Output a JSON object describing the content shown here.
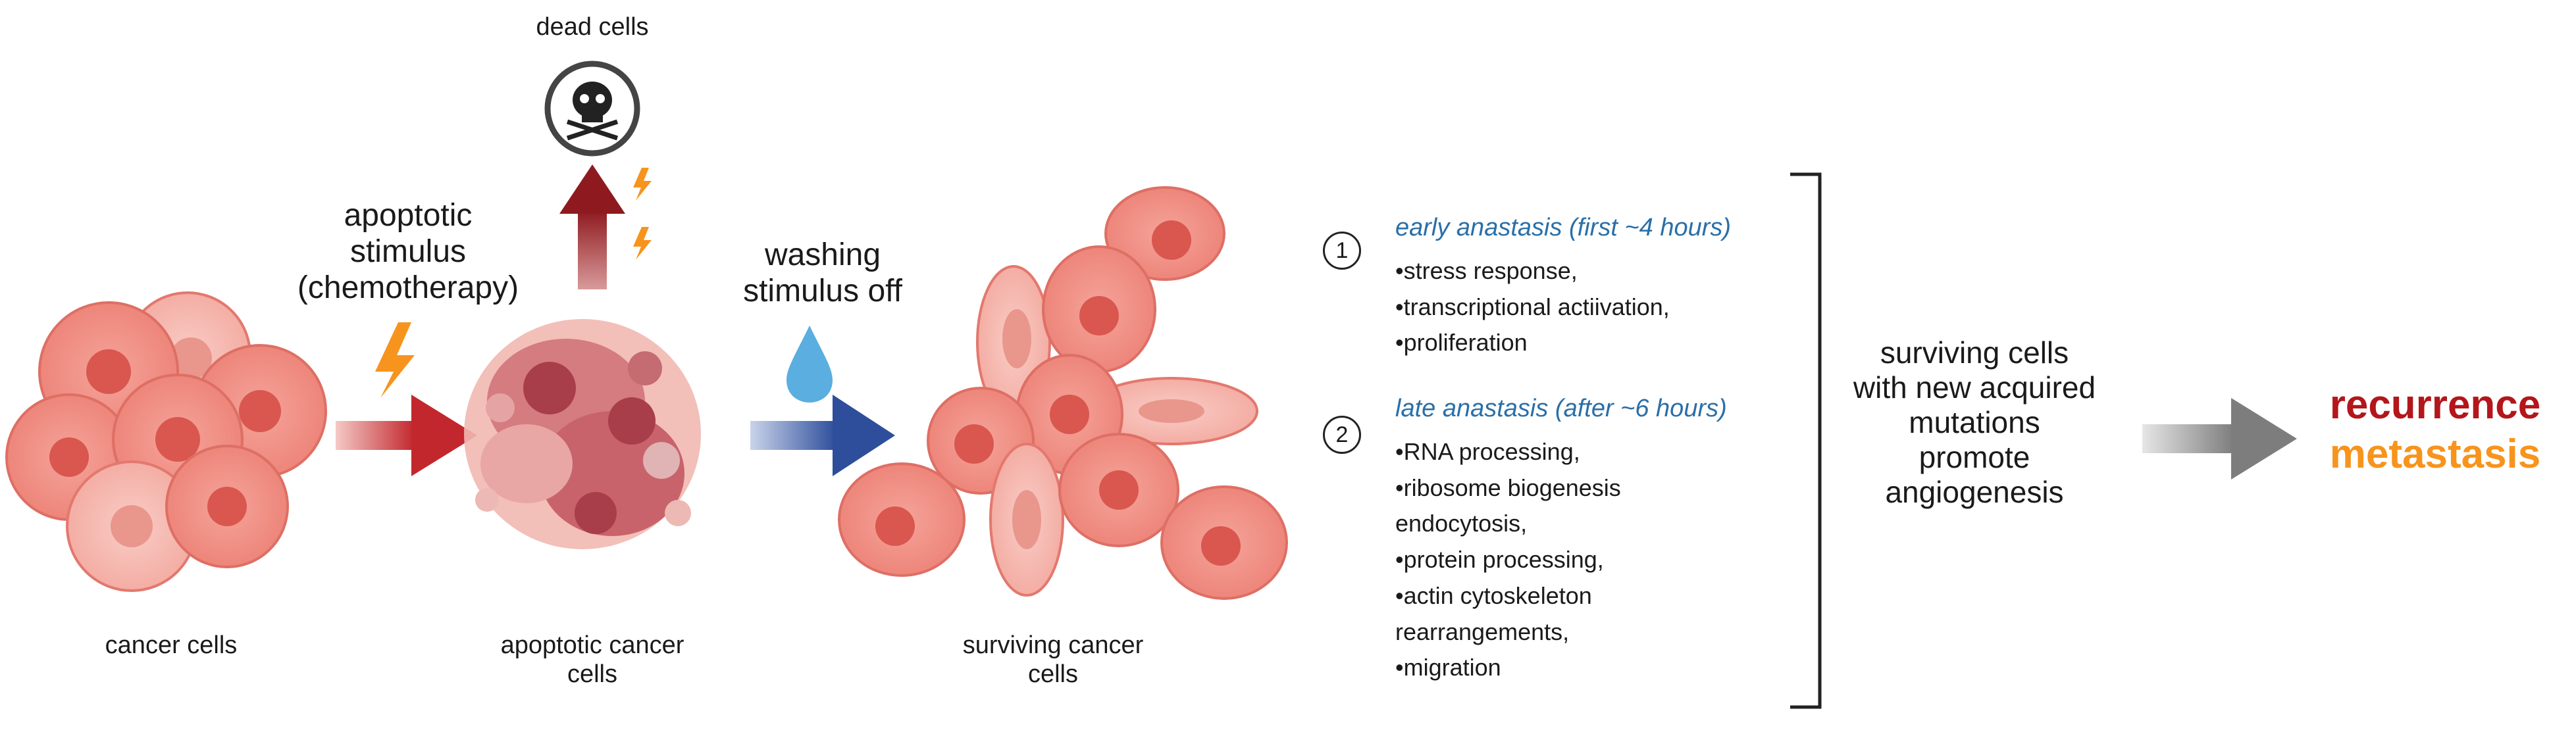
{
  "labels": {
    "dead_cells": "dead cells",
    "apoptotic_stimulus": "apoptotic\nstimulus\n(chemotherapy)",
    "washing": "washing\nstimulus off",
    "cancer_cells": "cancer cells",
    "apoptotic_cells": "apoptotic cancer\ncells",
    "surviving_cells": "surviving cancer\ncells",
    "summary": "surviving cells\nwith new acquired\nmutations\npromote\nangiogenesis"
  },
  "phases": [
    {
      "number": "1",
      "title": "early anastasis (first ~4 hours)",
      "items": [
        "•stress response,",
        "•transcriptional actiivation,",
        "•proliferation"
      ]
    },
    {
      "number": "2",
      "title": "late anastasis (after ~6 hours)",
      "items": [
        "•RNA processing,",
        "•ribosome biogenesis",
        "endocytosis,",
        "•protein processing,",
        "•actin cytoskeleton",
        "rearrangements,",
        "•migration"
      ]
    }
  ],
  "outcomes": {
    "recurrence": "recurrence",
    "metastasis": "metastasis",
    "recurrence_color": "#b3161b",
    "metastasis_color": "#f7941d"
  },
  "icons": [
    "skull-icon",
    "lightning-icon",
    "water-drop-icon"
  ]
}
